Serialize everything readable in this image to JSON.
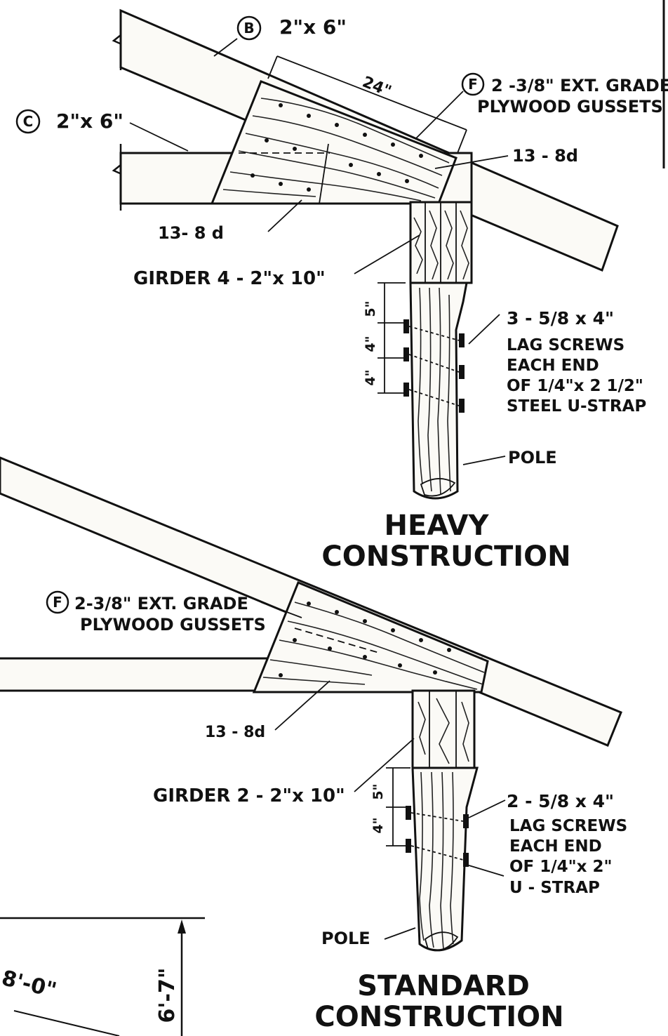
{
  "heavy": {
    "rafter_mark": "B",
    "rafter_size": "2\"x 6\"",
    "ceiling_mark": "C",
    "ceiling_size": "2\"x 6\"",
    "gusset_width": "24\"",
    "gusset_mark": "F",
    "gusset_line1": "2 -3/8\" EXT. GRADE",
    "gusset_line2": "PLYWOOD GUSSETS",
    "nails_top": "13 - 8d",
    "nails_bottom": "13-  8 d",
    "girder": "GIRDER 4 - 2\"x 10\"",
    "dims": [
      "5\"",
      "4\"",
      "4\""
    ],
    "lag_line1": "3 - 5/8 x 4\"",
    "lag_line2": "LAG SCREWS",
    "lag_line3": "EACH  END",
    "lag_line4": "OF 1/4\"x 2 1/2\"",
    "lag_line5": "STEEL U-STRAP",
    "pole": "POLE",
    "title_line1": "HEAVY",
    "title_line2": "CONSTRUCTION"
  },
  "standard": {
    "gusset_mark": "F",
    "gusset_line1": "2-3/8\" EXT. GRADE",
    "gusset_line2": "PLYWOOD GUSSETS",
    "nails": "13 - 8d",
    "girder": "GIRDER 2 - 2\"x 10\"",
    "dims": [
      "5\"",
      "4\""
    ],
    "lag_line1": "2 - 5/8 x 4\"",
    "lag_line2": "LAG SCREWS",
    "lag_line3": "EACH  END",
    "lag_line4": "OF 1/4\"x 2\"",
    "lag_line5": "U - STRAP",
    "pole": "POLE",
    "title_line1": "STANDARD",
    "title_line2": "CONSTRUCTION"
  },
  "inset": {
    "span": "8'-0\"",
    "height": "6'-7\""
  }
}
